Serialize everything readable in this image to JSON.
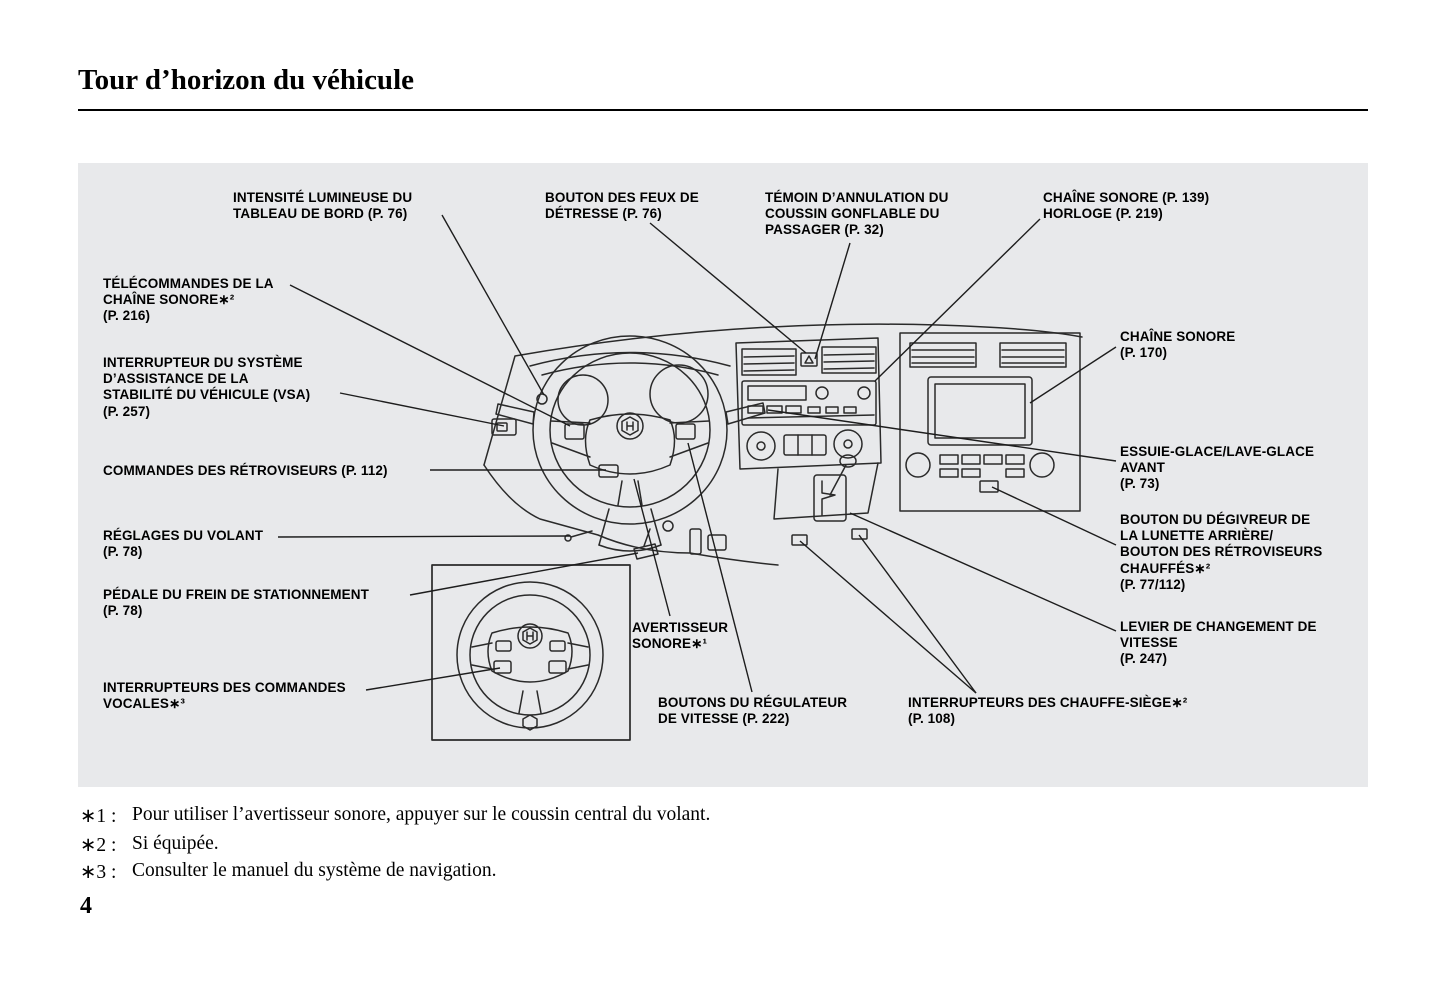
{
  "page": {
    "title": "Tour d’horizon du véhicule",
    "page_number": "4",
    "footnotes": [
      {
        "marker": "∗1 :",
        "text": "Pour utiliser l’avertisseur sonore, appuyer sur le coussin central du volant."
      },
      {
        "marker": "∗2 :",
        "text": "Si équipée."
      },
      {
        "marker": "∗3 :",
        "text": "Consulter le manuel du système de navigation."
      }
    ]
  },
  "diagram": {
    "labels": [
      {
        "id": "dash-brightness",
        "text": "INTENSITÉ LUMINEUSE DU\nTABLEAU DE BORD (P. 76)"
      },
      {
        "id": "hazard-button",
        "text": "BOUTON DES FEUX DE\nDÉTRESSE (P. 76)"
      },
      {
        "id": "passenger-airbag-indicator",
        "text": "TÉMOIN D’ANNULATION DU\nCOUSSIN GONFLABLE DU\nPASSAGER (P. 32)"
      },
      {
        "id": "audio-clock",
        "text": "CHAÎNE SONORE (P. 139)\nHORLOGE (P. 219)"
      },
      {
        "id": "audio-remote",
        "text": "TÉLÉCOMMANDES DE LA\nCHAÎNE SONORE∗²\n(P. 216)"
      },
      {
        "id": "vsa-switch",
        "text": "INTERRUPTEUR DU SYSTÈME\nD’ASSISTANCE DE LA\nSTABILITÉ DU VÉHICULE (VSA)\n(P. 257)"
      },
      {
        "id": "mirror-controls",
        "text": "COMMANDES DES RÉTROVISEURS (P. 112)"
      },
      {
        "id": "steering-adjust",
        "text": "RÉGLAGES DU VOLANT\n(P. 78)"
      },
      {
        "id": "parking-brake",
        "text": "PÉDALE DU FREIN DE STATIONNEMENT\n(P. 78)"
      },
      {
        "id": "voice-controls",
        "text": "INTERRUPTEURS DES COMMANDES\nVOCALES∗³"
      },
      {
        "id": "audio-nav",
        "text": "CHAÎNE SONORE\n(P. 170)"
      },
      {
        "id": "wipers",
        "text": "ESSUIE-GLACE/LAVE-GLACE\nAVANT\n(P. 73)"
      },
      {
        "id": "rear-defroster",
        "text": "BOUTON DU DÉGIVREUR DE\nLA LUNETTE ARRIÈRE/\nBOUTON DES RÉTROVISEURS\nCHAUFFÉS∗²\n(P. 77/112)"
      },
      {
        "id": "shift-lever",
        "text": "LEVIER DE CHANGEMENT DE\nVITESSE\n(P. 247)"
      },
      {
        "id": "horn",
        "text": "AVERTISSEUR\nSONORE∗¹"
      },
      {
        "id": "cruise-buttons",
        "text": "BOUTONS DU RÉGULATEUR\nDE VITESSE (P. 222)"
      },
      {
        "id": "heated-seats",
        "text": "INTERRUPTEURS DES CHAUFFE-SIÈGE∗²\n(P. 108)"
      }
    ]
  }
}
